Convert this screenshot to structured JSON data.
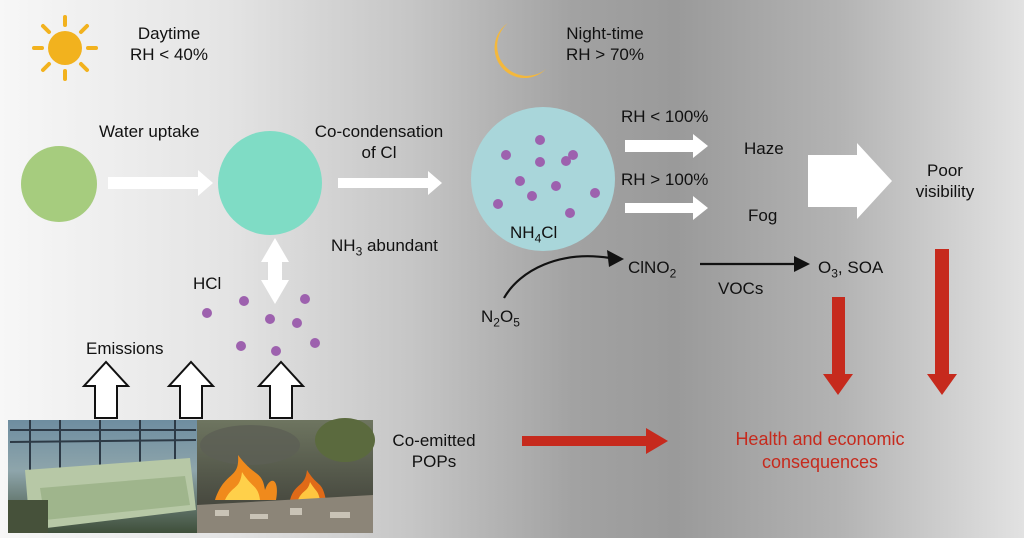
{
  "day": {
    "title": "Daytime",
    "rh": "RH < 40%"
  },
  "night": {
    "title": "Night-time",
    "rh": "RH > 70%"
  },
  "steps": {
    "water_uptake": "Water uptake",
    "cocondensation_line1": "Co-condensation",
    "cocondensation_line2": "of Cl",
    "nh3": {
      "prefix": "NH",
      "sub": "3",
      "suffix": " abundant"
    },
    "nh4cl": {
      "prefix": "NH",
      "sub": "4",
      "suffix": "Cl"
    },
    "hcl": "HCl",
    "emissions": "Emissions",
    "rh_lt": "RH < 100%",
    "rh_gt": "RH > 100%",
    "haze": "Haze",
    "fog": "Fog",
    "poor_visibility_line1": "Poor",
    "poor_visibility_line2": "visibility",
    "clno2": {
      "prefix": "ClNO",
      "sub": "2"
    },
    "n2o5": {
      "p1": "N",
      "s1": "2",
      "p2": "O",
      "s2": "5"
    },
    "vocs": "VOCs",
    "o3_soa": {
      "prefix": "O",
      "sub": "3",
      "suffix": ", SOA"
    },
    "coemitted_line1": "Co-emitted",
    "coemitted_line2": "POPs",
    "health_line1": "Health and economic",
    "health_line2": "consequences"
  },
  "colors": {
    "dry_particle": "#a6cc7e",
    "wet_particle": "#7fdcc5",
    "droplet": "#a9d6da",
    "dot": "#9d61ae",
    "red_arrow": "#c62a1d",
    "sun": "#f2b21e",
    "moon": "#f4b83c"
  },
  "icons": [
    "sun-icon",
    "moon-icon"
  ]
}
